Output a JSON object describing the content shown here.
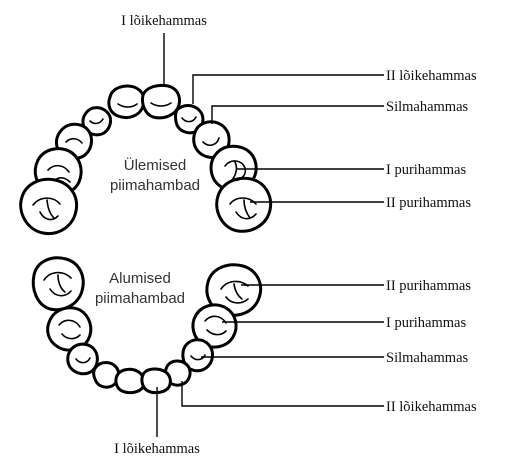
{
  "diagram": {
    "upper_jaw": {
      "title_line1": "Ülemised",
      "title_line2": "piimahambad",
      "labels": {
        "central_incisor": "I lõikehammas",
        "lateral_incisor": "II lõikehammas",
        "canine": "Silmahammas",
        "first_molar": "I purihammas",
        "second_molar": "II purihammas"
      }
    },
    "lower_jaw": {
      "title_line1": "Alumised",
      "title_line2": "piimahambad",
      "labels": {
        "second_molar": "II purihammas",
        "first_molar": "I purihammas",
        "canine": "Silmahammas",
        "lateral_incisor": "II lõikehammas",
        "central_incisor": "I lõikehammas"
      }
    }
  }
}
